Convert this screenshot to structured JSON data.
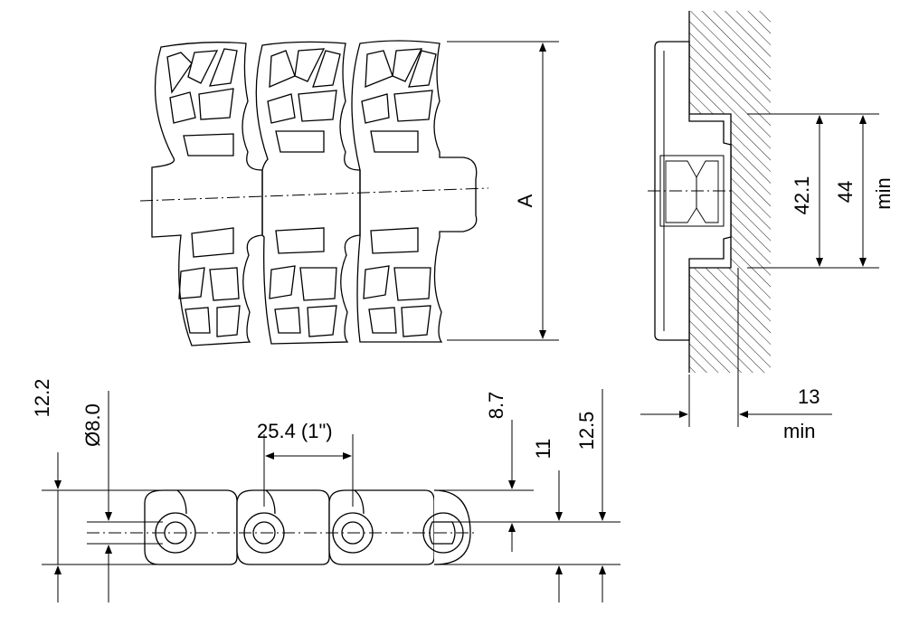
{
  "labels": {
    "width_symbol": "A",
    "guide_width": "42.1",
    "guide_min_gap": "44",
    "guide_min_gap_unit": "min",
    "offset_value": "13",
    "offset_unit": "min",
    "pitch": "25.4 (1\")",
    "height_total": "12.2",
    "pin_diameter": "Ø8.0",
    "height_upper": "8.7",
    "height_lower": "11",
    "height_side": "12.5"
  }
}
